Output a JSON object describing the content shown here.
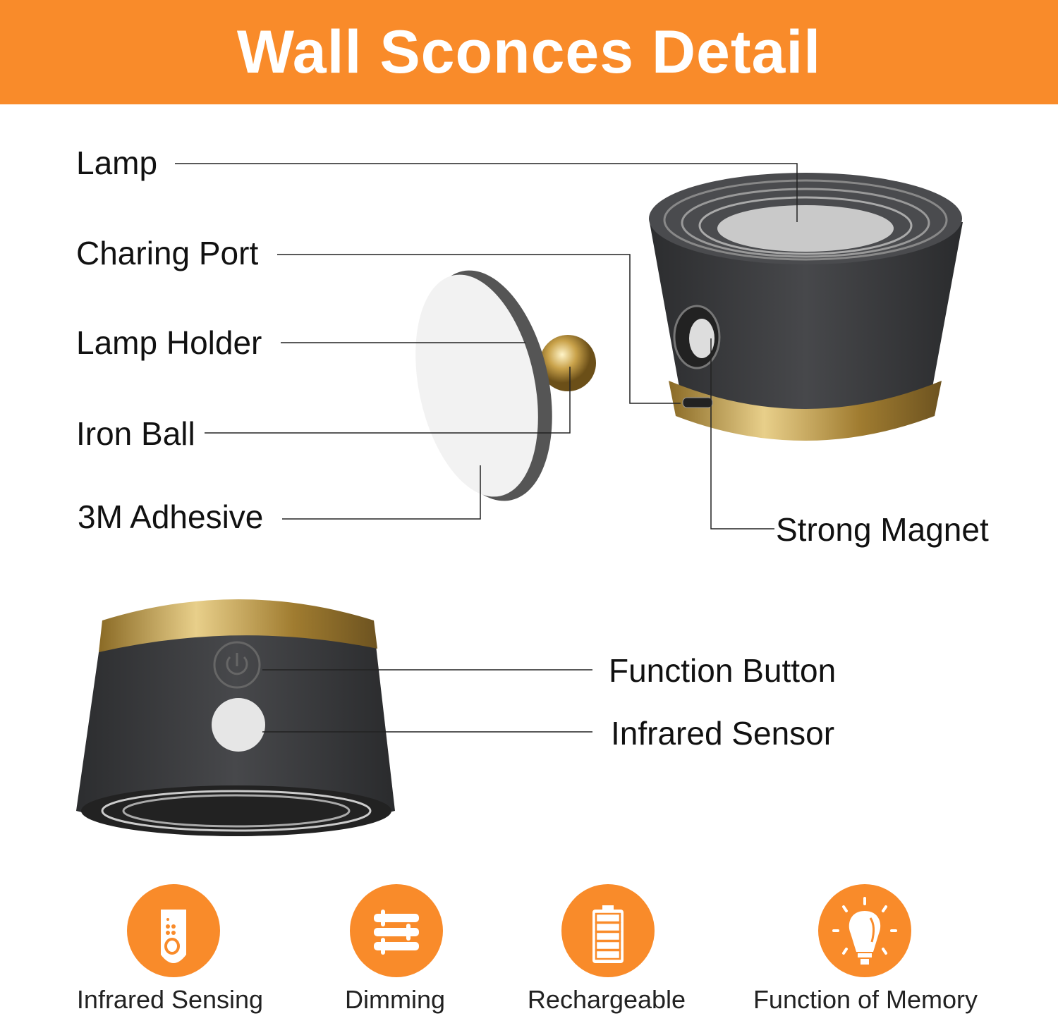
{
  "header": {
    "title": "Wall Sconces Detail"
  },
  "labels": {
    "lamp": "Lamp",
    "charging_port": "Charing Port",
    "lamp_holder": "Lamp Holder",
    "iron_ball": "Iron Ball",
    "adhesive": "3M Adhesive",
    "strong_magnet": "Strong Magnet",
    "function_button": "Function Button",
    "infrared_sensor": "Infrared Sensor"
  },
  "features": [
    {
      "label": "Infrared Sensing",
      "icon": "remote-icon"
    },
    {
      "label": "Dimming",
      "icon": "sliders-icon"
    },
    {
      "label": "Rechargeable",
      "icon": "battery-icon"
    },
    {
      "label": "Function of Memory",
      "icon": "bulb-icon"
    }
  ],
  "colors": {
    "accent": "#F98B2A",
    "body": "#3a3b3d",
    "gold": "#b8923f"
  }
}
